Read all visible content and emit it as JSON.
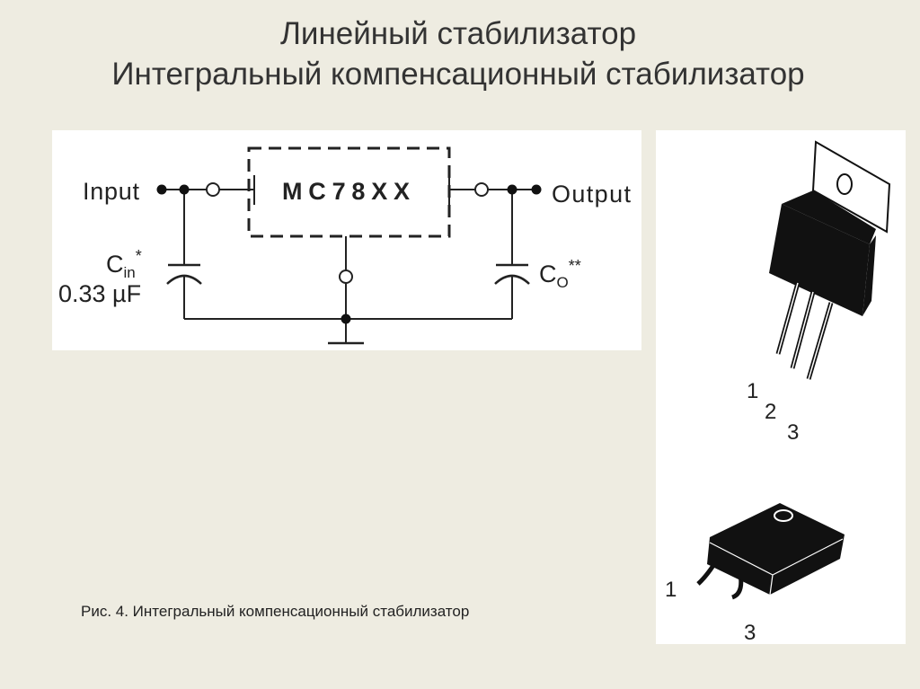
{
  "slide": {
    "title_line1": "Линейный стабилизатор",
    "title_line2": "Интегральный компенсационный стабилизатор",
    "caption": "Рис. 4. Интегральный компенсационный стабилизатор"
  },
  "circuit": {
    "input_label": "Input",
    "output_label": "Output",
    "chip_label": "MC78XX",
    "cin_label": "C",
    "cin_sub": "in",
    "cin_sup": "*",
    "cin_value": "0.33 µF",
    "co_label": "C",
    "co_sub": "O",
    "co_sup": "**"
  },
  "packages": {
    "to220_pins": [
      "1",
      "2",
      "3"
    ],
    "d2pak_pins": [
      "1",
      "3"
    ]
  }
}
